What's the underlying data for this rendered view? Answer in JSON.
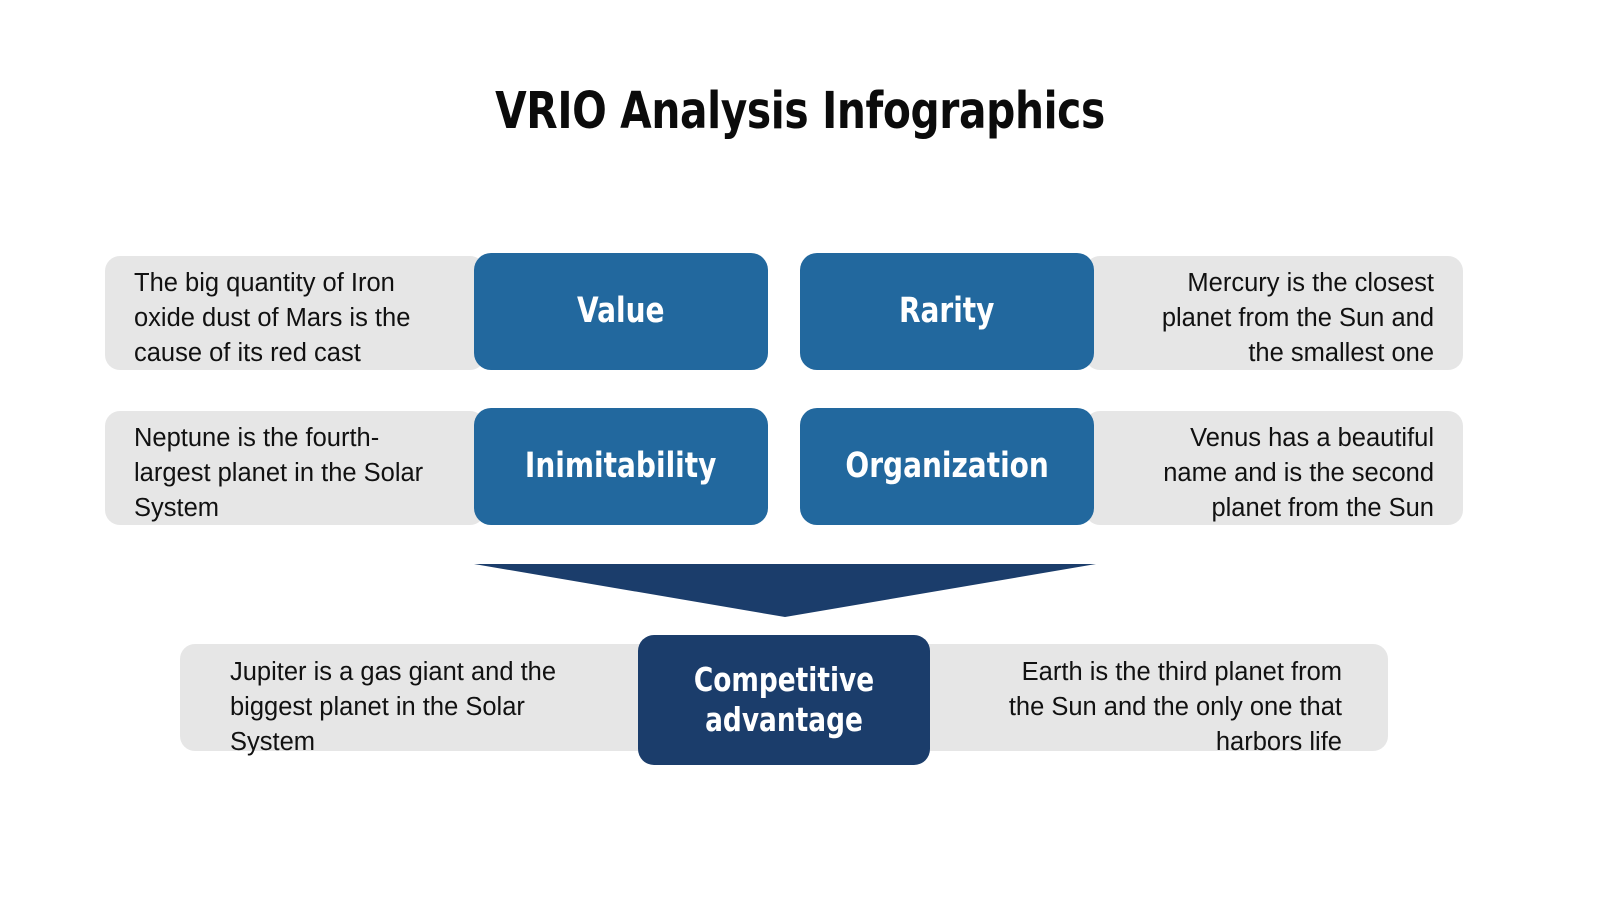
{
  "slide": {
    "title": "VRIO Analysis Infographics",
    "background_color": "#ffffff"
  },
  "colors": {
    "accent_blue": "#22689e",
    "accent_navy": "#1b3d6b",
    "panel_gray": "#e6e6e6",
    "text_dark": "#111111",
    "text_on_accent": "#ffffff"
  },
  "rows": [
    {
      "left_description": "The big quantity of Iron oxide dust of Mars is the cause of its red cast",
      "left_box_label": "Value",
      "right_box_label": "Rarity",
      "right_description": "Mercury is the closest planet from the Sun and the smallest one"
    },
    {
      "left_description": "Neptune is the fourth-largest planet in the Solar System",
      "left_box_label": "Inimitability",
      "right_box_label": "Organization",
      "right_description": "Venus has a beautiful name and is the second planet from the Sun"
    }
  ],
  "arrow": {
    "direction": "down",
    "color": "#1b3d6b"
  },
  "conclusion": {
    "left_description": "Jupiter is a gas giant and the biggest planet in the Solar System",
    "box_label": "Competitive advantage",
    "right_description": "Earth is the third planet from the Sun and the only one that harbors life"
  }
}
